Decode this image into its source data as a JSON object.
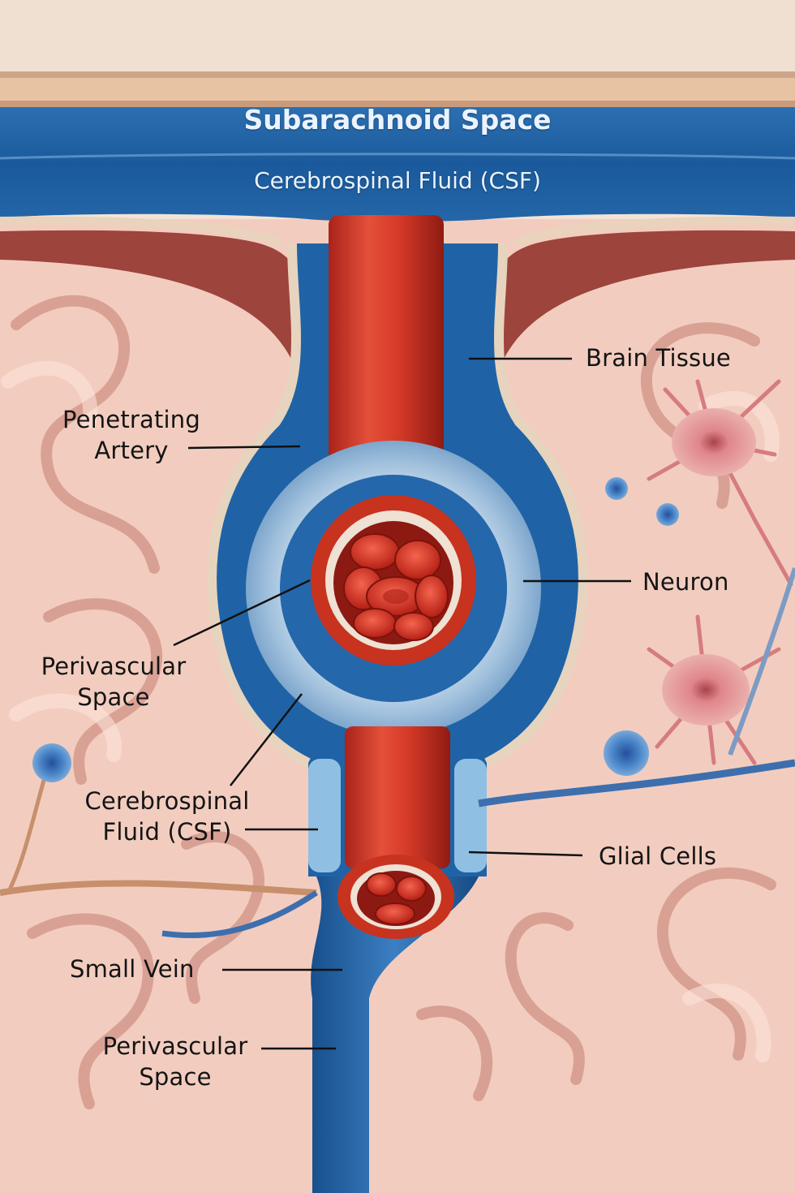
{
  "diagram": {
    "header": {
      "top_label": "Subarachnoid Space",
      "sub_label": "Cerebrospinal Fluid (CSF)"
    },
    "labels": {
      "brain_tissue": "Brain Tissue",
      "penetrating_artery": "Penetrating\nArtery",
      "neuron": "Neuron",
      "perivascular_space_upper": "Perivascular\nSpace",
      "csf_lower": "Cerebrospinal\nFluid (CSF)",
      "glial_cells": "Glial Cells",
      "small_vein": "Small Vein",
      "perivascular_space_lower": "Perivascular\nSpace"
    },
    "colors": {
      "csf_blue": "#1f63a6",
      "artery_red": "#d8392b",
      "brain_pink": "#f0c7b6",
      "background": "#f3e3d6"
    }
  }
}
